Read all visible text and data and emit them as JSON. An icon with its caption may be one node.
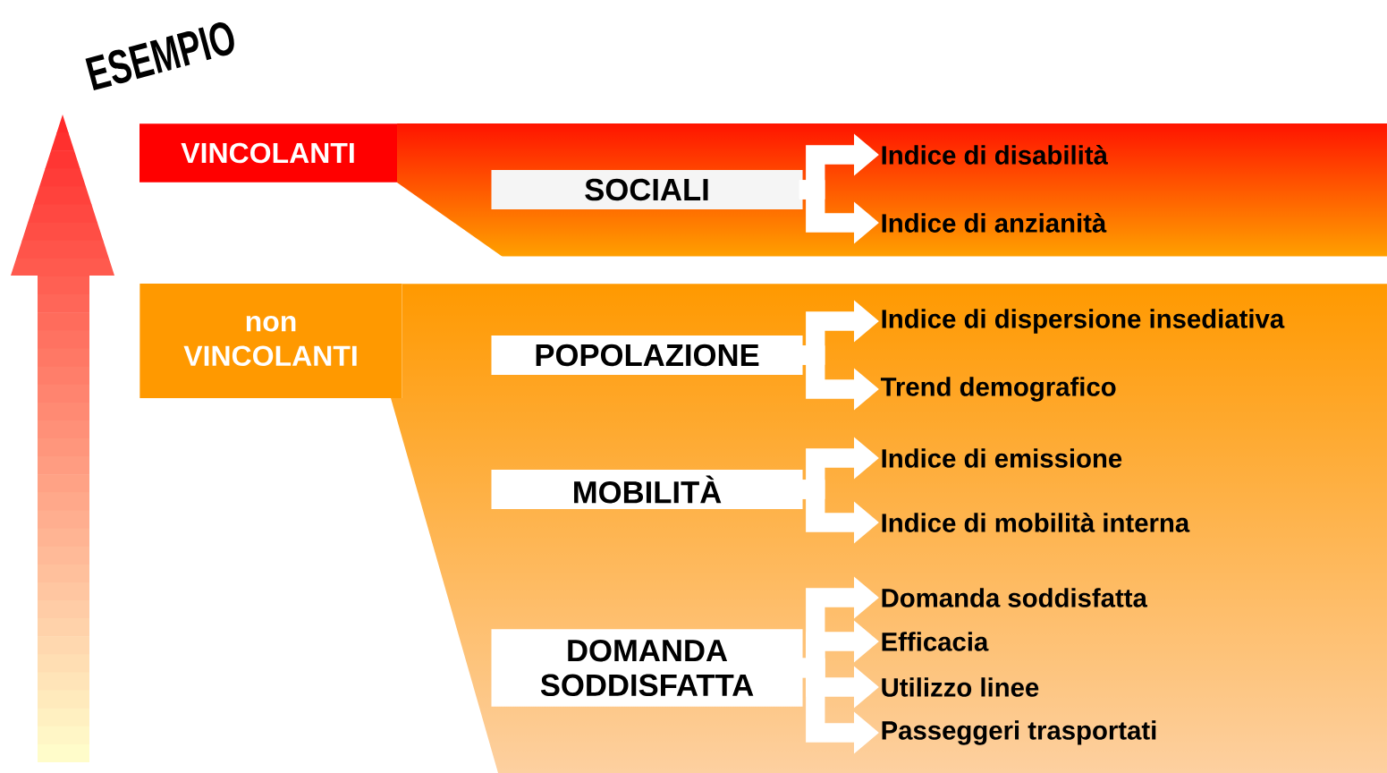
{
  "diagram": {
    "nodes": [
      {
        "text": [
          "VINCOLANTI"
        ]
      },
      {
        "text": [
          "SOCIALI"
        ]
      },
      {
        "text": [
          "Indice di disabilità"
        ]
      },
      {
        "text": [
          "Indice di anzianità"
        ]
      },
      {
        "text": [
          "non VINCOLANTI"
        ]
      },
      {
        "text": [
          "POPOLAZIONE"
        ]
      },
      {
        "text": [
          "Indice di dispersione insediativa"
        ]
      },
      {
        "text": [
          "Trend demografico"
        ]
      },
      {
        "text": [
          "MOBILITÀ"
        ]
      },
      {
        "text": [
          "Indice di emissione"
        ]
      },
      {
        "text": [
          "Indice di mobilità interna"
        ]
      },
      {
        "text": [
          "DOMANDA SODDISFATTA"
        ]
      },
      {
        "text": [
          "Domanda soddisfatta"
        ]
      },
      {
        "text": [
          "Efficacia"
        ]
      },
      {
        "text": [
          "Utilizzo linee"
        ]
      },
      {
        "text": [
          "Passeggeri trasportati"
        ]
      }
    ],
    "edges": [
      {
        "from": 1,
        "to": 2,
        "arrow": "to"
      },
      {
        "from": 1,
        "to": 3,
        "arrow": "to"
      },
      {
        "from": 5,
        "to": 6,
        "arrow": "to"
      },
      {
        "from": 5,
        "to": 7,
        "arrow": "to"
      },
      {
        "from": 8,
        "to": 9,
        "arrow": "to"
      },
      {
        "from": 8,
        "to": 10,
        "arrow": "to"
      },
      {
        "from": 11,
        "to": 12,
        "arrow": "to"
      },
      {
        "from": 11,
        "to": 13,
        "arrow": "to"
      },
      {
        "from": 11,
        "to": 14,
        "arrow": "to"
      },
      {
        "from": 11,
        "to": 15,
        "arrow": "to"
      }
    ],
    "labels": [
      "ESEMPIO"
    ]
  }
}
